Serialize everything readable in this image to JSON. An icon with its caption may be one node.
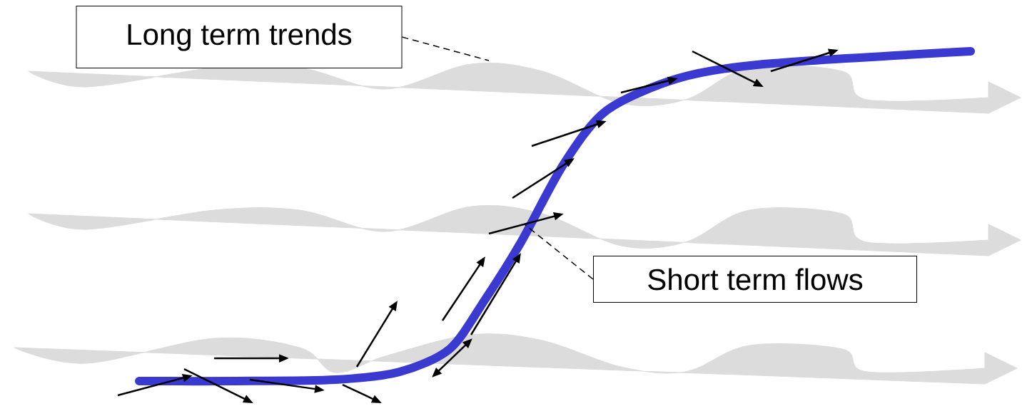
{
  "diagram": {
    "nodes": [
      {
        "text": [
          "Long term trends"
        ]
      },
      {
        "text": [
          "Short term flows"
        ]
      }
    ],
    "edges": [
      {
        "from": 0,
        "to": null,
        "arrow": "none",
        "style": "dashed"
      },
      {
        "from": 1,
        "to": null,
        "arrow": "none",
        "style": "dashed"
      }
    ]
  }
}
